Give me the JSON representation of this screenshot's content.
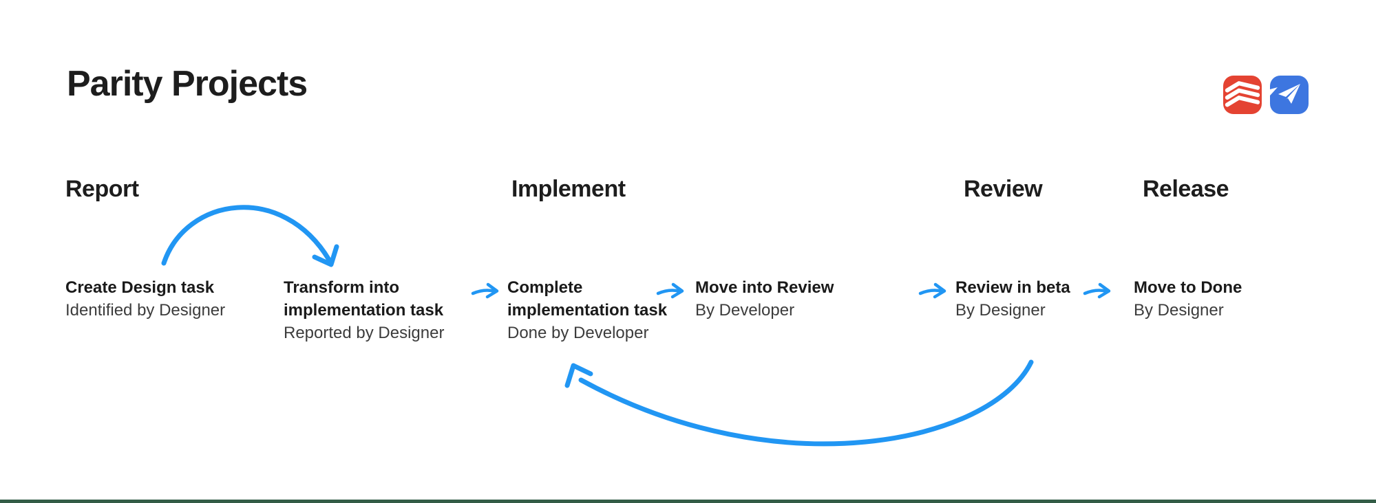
{
  "page": {
    "title": "Parity Projects"
  },
  "header": {
    "icons": [
      {
        "name": "todoist-icon",
        "color": "#e44332"
      },
      {
        "name": "paper-plane-icon",
        "color": "#3d76e0"
      }
    ]
  },
  "stages": [
    {
      "label": "Report"
    },
    {
      "label": "Implement"
    },
    {
      "label": "Review"
    },
    {
      "label": "Release"
    }
  ],
  "steps": [
    {
      "title": "Create Design task",
      "subtitle": "Identified by Designer"
    },
    {
      "title": "Transform into\nimplementation task",
      "subtitle": "Reported by Designer"
    },
    {
      "title": "Complete\nimplementation task",
      "subtitle": "Done by Developer"
    },
    {
      "title": "Move into Review",
      "subtitle": "By Developer"
    },
    {
      "title": "Review in beta",
      "subtitle": "By Designer"
    },
    {
      "title": "Move to Done",
      "subtitle": "By Designer"
    }
  ],
  "colors": {
    "accent_blue": "#2196f3",
    "todoist_red": "#e44332",
    "app_blue": "#3d76e0",
    "footer_green": "#335c46",
    "heading": "#1d1d1d",
    "body_text": "#3c3c3c"
  }
}
